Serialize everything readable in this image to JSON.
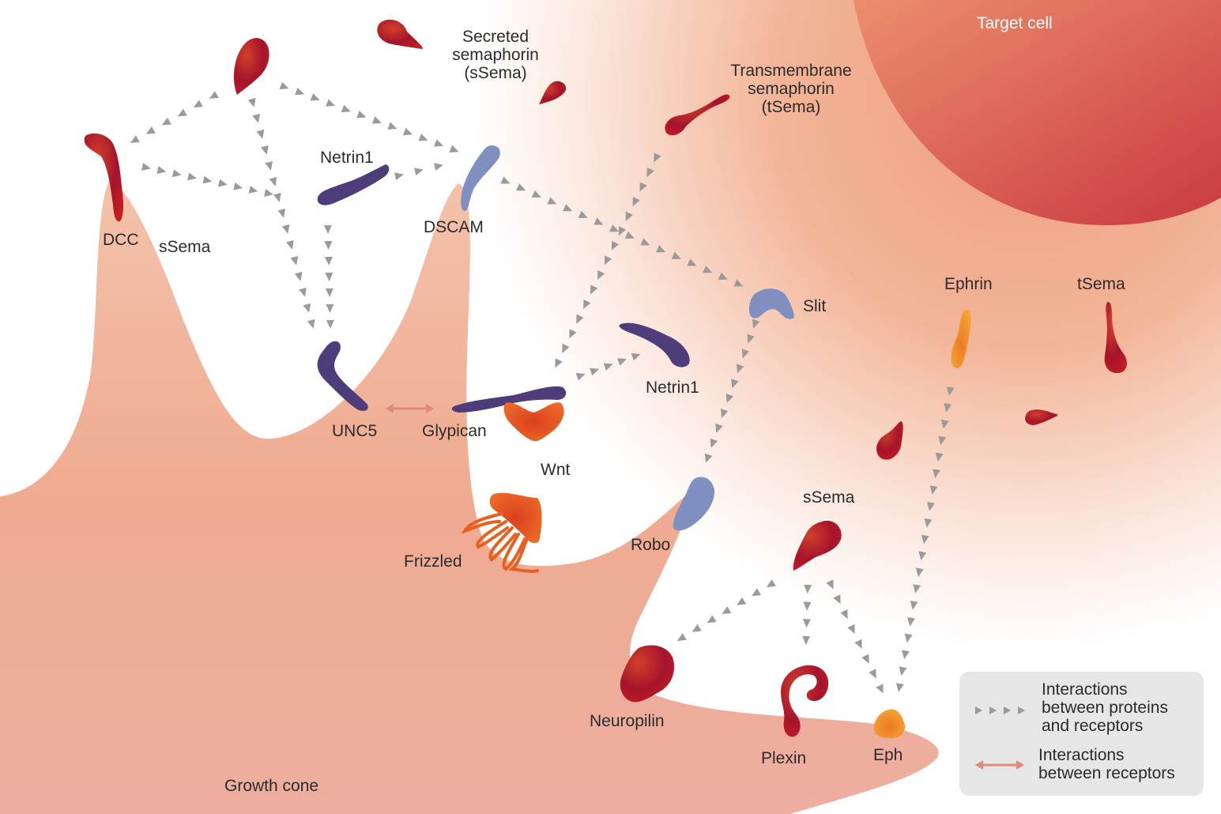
{
  "diagram": {
    "title_regions": {
      "target_cell": "Target cell",
      "growth_cone": "Growth cone"
    },
    "annotations": {
      "secreted_semaphorin": [
        "Secreted",
        "semaphorin",
        "(sSema)"
      ],
      "transmembrane_semaphorin": [
        "Transmembrane",
        "semaphorin",
        "(tSema)"
      ]
    },
    "proteins": [
      {
        "id": "dcc",
        "label": "DCC",
        "type": "receptor",
        "color": "#b5121b"
      },
      {
        "id": "ssema-left",
        "label": "sSema",
        "type": "ligand",
        "color": "#b5121b"
      },
      {
        "id": "netrin1-top",
        "label": "Netrin1",
        "type": "ligand",
        "color": "#4e3d7a"
      },
      {
        "id": "dscam",
        "label": "DSCAM",
        "type": "receptor",
        "color": "#7f8fbf"
      },
      {
        "id": "unc5",
        "label": "UNC5",
        "type": "receptor",
        "color": "#4e3d7a"
      },
      {
        "id": "glypican",
        "label": "Glypican",
        "type": "receptor",
        "color": "#4e3d7a"
      },
      {
        "id": "wnt",
        "label": "Wnt",
        "type": "ligand",
        "color": "#e2562a"
      },
      {
        "id": "frizzled",
        "label": "Frizzled",
        "type": "receptor",
        "color": "#e8601f"
      },
      {
        "id": "netrin1-mid",
        "label": "Netrin1",
        "type": "ligand",
        "color": "#4e3d7a"
      },
      {
        "id": "slit",
        "label": "Slit",
        "type": "ligand",
        "color": "#7f8fbf"
      },
      {
        "id": "robo",
        "label": "Robo",
        "type": "receptor",
        "color": "#7f8fbf"
      },
      {
        "id": "ephrin",
        "label": "Ephrin",
        "type": "ligand",
        "color": "#f0922b"
      },
      {
        "id": "tsema-right",
        "label": "tSema",
        "type": "ligand",
        "color": "#b5121b"
      },
      {
        "id": "ssema-bottom",
        "label": "sSema",
        "type": "ligand",
        "color": "#b5121b"
      },
      {
        "id": "neuropilin",
        "label": "Neuropilin",
        "type": "receptor",
        "color": "#b5121b"
      },
      {
        "id": "plexin",
        "label": "Plexin",
        "type": "receptor",
        "color": "#b5121b"
      },
      {
        "id": "eph",
        "label": "Eph",
        "type": "receptor",
        "color": "#f0922b"
      }
    ],
    "interactions": {
      "protein_receptor": [
        [
          "ssema-top",
          "dcc"
        ],
        [
          "ssema-top",
          "unc5"
        ],
        [
          "ssema-top",
          "dscam"
        ],
        [
          "dcc",
          "unc5"
        ],
        [
          "netrin1-top",
          "dscam"
        ],
        [
          "netrin1-top",
          "unc5"
        ],
        [
          "dscam",
          "slit"
        ],
        [
          "tsema-top",
          "glypican"
        ],
        [
          "netrin1-mid",
          "glypican"
        ],
        [
          "slit",
          "robo"
        ],
        [
          "ssema-bottom",
          "neuropilin"
        ],
        [
          "ssema-bottom",
          "plexin"
        ],
        [
          "ssema-bottom",
          "eph"
        ],
        [
          "ephrin",
          "eph"
        ]
      ],
      "receptor_receptor": [
        [
          "unc5",
          "glypican"
        ]
      ]
    },
    "colors": {
      "arrowhead": "#9a9a9a",
      "receptor_arrow": "#e08a78",
      "target_cell": "#d9574f",
      "growth_cone": "#f0b09a"
    }
  },
  "legend": {
    "items": [
      {
        "symbol": "gray-arrowheads",
        "text": [
          "Interactions",
          "between proteins",
          "and receptors"
        ]
      },
      {
        "symbol": "double-arrow",
        "text": [
          "Interactions",
          "between receptors"
        ]
      }
    ]
  }
}
